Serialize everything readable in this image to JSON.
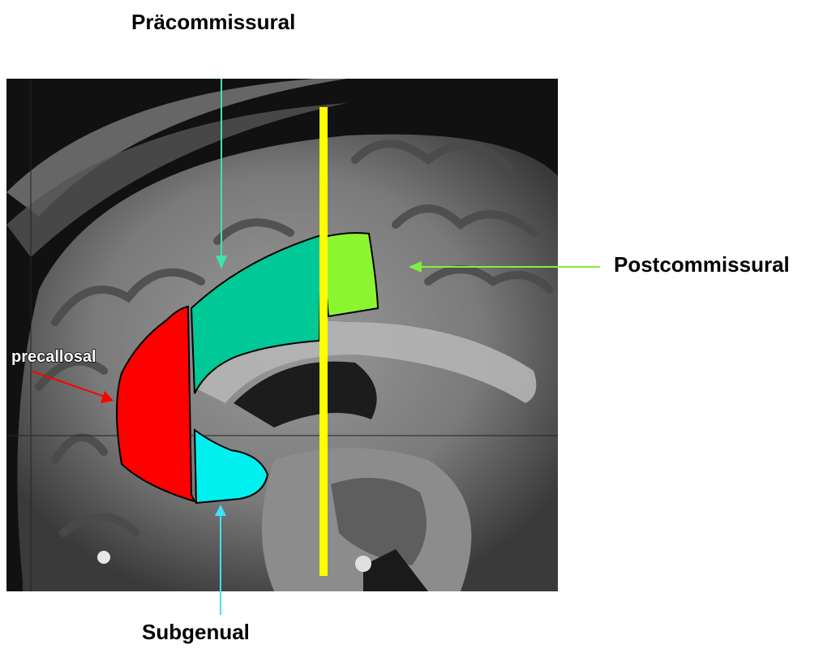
{
  "labels": {
    "precommissural": "Präcommissural",
    "postcommissural": "Postcommissural",
    "subgenual": "Subgenual",
    "precallosal": "precallosal"
  },
  "colors": {
    "precommissural": "#00c896",
    "postcommissural": "#8cf532",
    "subgenual": "#00f0f0",
    "precallosal": "#ff0000",
    "commissure_line": "#ffff00",
    "arrow_precommissural": "#40e0b0",
    "arrow_postcommissural": "#80f040",
    "arrow_subgenual": "#40e0ff",
    "arrow_precallosal": "#ff0000"
  }
}
